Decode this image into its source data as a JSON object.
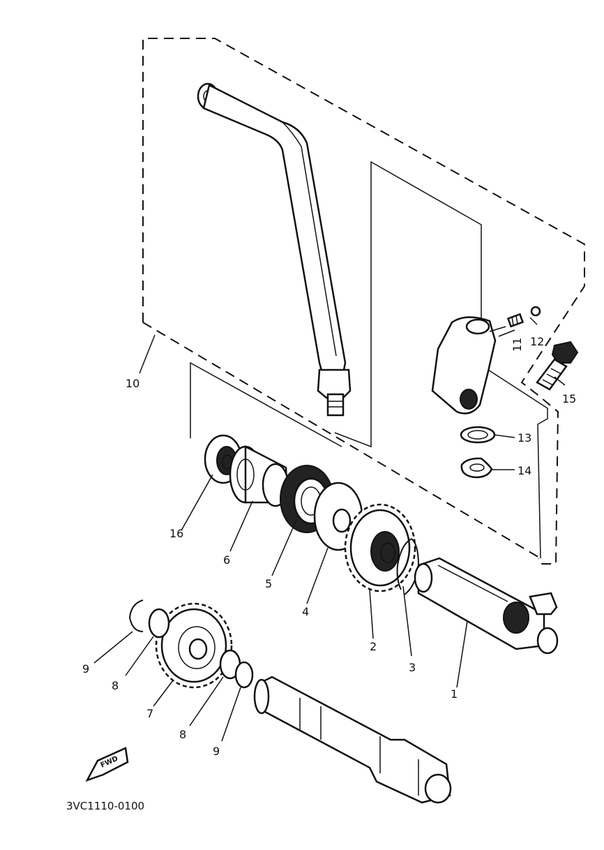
{
  "diagram": {
    "part_labels": [
      {
        "id": "1",
        "text": "1"
      },
      {
        "id": "2",
        "text": "2"
      },
      {
        "id": "3",
        "text": "3"
      },
      {
        "id": "4",
        "text": "4"
      },
      {
        "id": "5",
        "text": "5"
      },
      {
        "id": "6",
        "text": "6"
      },
      {
        "id": "7",
        "text": "7"
      },
      {
        "id": "8a",
        "text": "8"
      },
      {
        "id": "8b",
        "text": "8"
      },
      {
        "id": "9a",
        "text": "9"
      },
      {
        "id": "9b",
        "text": "9"
      },
      {
        "id": "10",
        "text": "10"
      },
      {
        "id": "11",
        "text": "11"
      },
      {
        "id": "12",
        "text": "12"
      },
      {
        "id": "13",
        "text": "13"
      },
      {
        "id": "14",
        "text": "14"
      },
      {
        "id": "15",
        "text": "15"
      },
      {
        "id": "16",
        "text": "16"
      }
    ],
    "fwd_marker": "FWD",
    "drawing_code": "3VC1110-0100"
  }
}
